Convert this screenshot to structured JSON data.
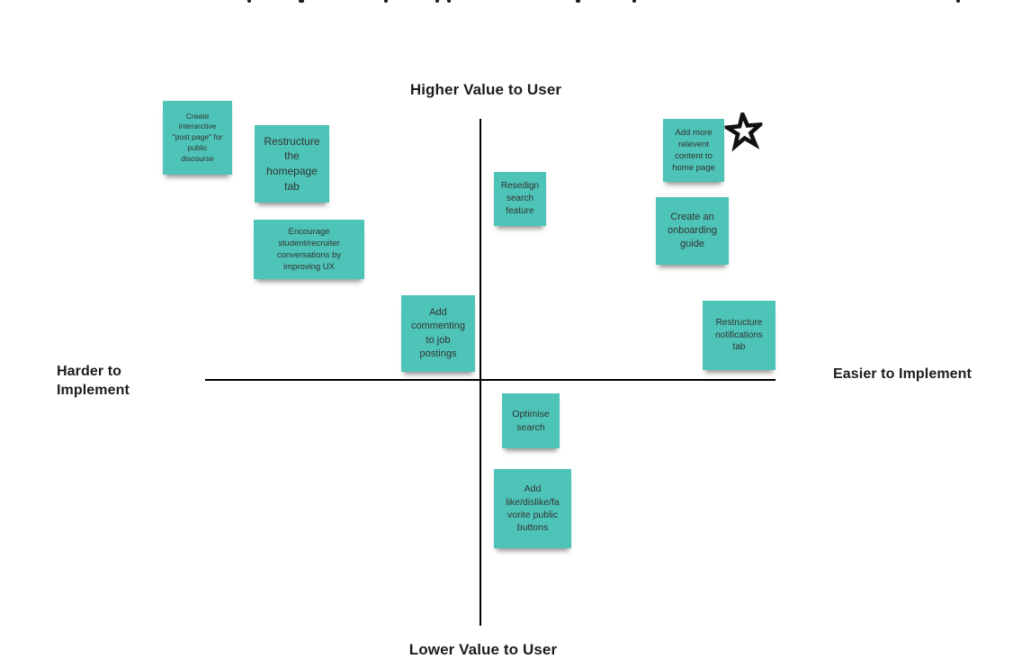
{
  "board": {
    "type": "prioritization-matrix",
    "background": "#ffffff"
  },
  "axes": {
    "top_label": "Higher Value to User",
    "bottom_label": "Lower Value to User",
    "left_label": "Harder to\nImplement",
    "right_label": "Easier to Implement"
  },
  "sticky_notes": [
    {
      "id": "create-post-page",
      "quadrant": "higher-value-harder",
      "text": "Create\ninterarctive\n\"post page\" for\npublic\ndiscourse"
    },
    {
      "id": "restructure-homepage-tab",
      "quadrant": "higher-value-harder",
      "text": "Restructure\nthe\nhomepage\ntab"
    },
    {
      "id": "encourage-conversations",
      "quadrant": "higher-value-harder",
      "text": "Encourage\nstudent/recruiter\nconversations by\nimproving UX"
    },
    {
      "id": "resedign-search-feature",
      "quadrant": "higher-value-center",
      "text": "Resedign\nsearch\nfeature"
    },
    {
      "id": "add-commenting-job-postings",
      "quadrant": "higher-value-harder",
      "text": "Add\ncommenting\nto job\npostings"
    },
    {
      "id": "add-more-relevent-content",
      "quadrant": "higher-value-easier",
      "starred": true,
      "text": "Add more\nrelevent\ncontent to\nhome page"
    },
    {
      "id": "create-onboarding-guide",
      "quadrant": "higher-value-easier",
      "text": "Create an\nonboarding\nguide"
    },
    {
      "id": "restructure-notifications-tab",
      "quadrant": "higher-value-easier",
      "text": "Restructure\nnotifications\ntab"
    },
    {
      "id": "optimise-search",
      "quadrant": "lower-value-easier",
      "text": "Optimise\nsearch"
    },
    {
      "id": "add-like-dislike-buttons",
      "quadrant": "lower-value-easier",
      "text": "Add\nlike/dislike/fa\nvorite public\nbuttons"
    }
  ],
  "icons": {
    "star": "star-outline"
  },
  "colors": {
    "sticky_fill": "#4ec3b7",
    "sticky_text": "#333333",
    "axis_line": "#000000",
    "label_text": "#1c1c1c"
  }
}
